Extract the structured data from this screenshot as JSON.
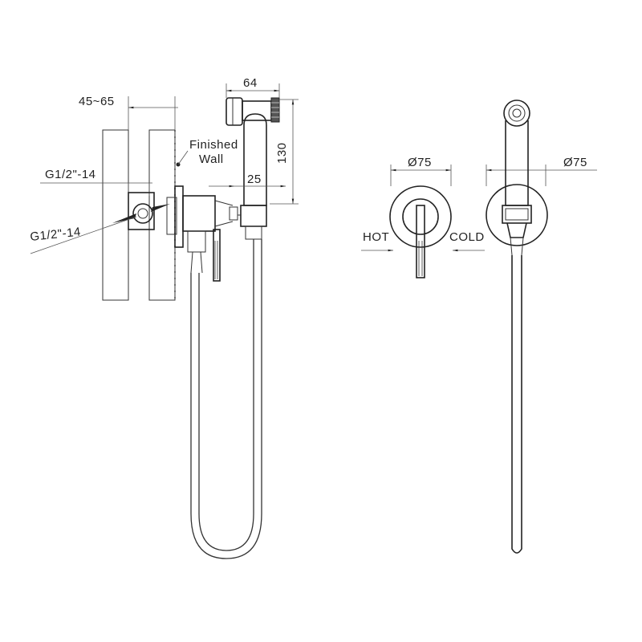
{
  "dimensions": {
    "wall_depth": "45~65",
    "finished_wall": [
      "Finished",
      "Wall"
    ],
    "inlet_thread_top": "G1/2\"-14",
    "inlet_thread_bottom": "G1/2\"-14",
    "holder_width": "64",
    "holder_height": "130",
    "holder_offset": "25",
    "plate_diameter_left": "Ø75",
    "plate_diameter_right": "Ø75",
    "hot_label": "HOT",
    "cold_label": "COLD"
  },
  "colors": {
    "line": "#333333",
    "background": "#ffffff"
  }
}
